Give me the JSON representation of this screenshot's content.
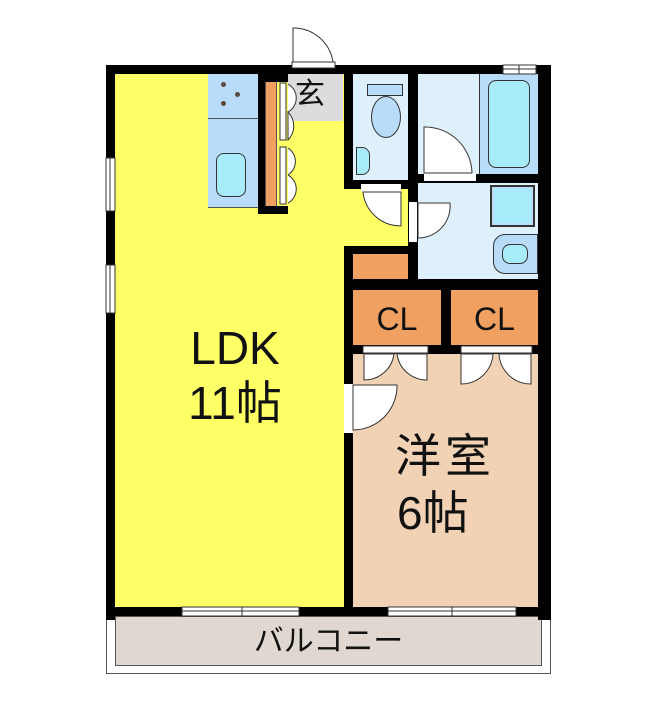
{
  "colors": {
    "ldk": "#ffff66",
    "western_room": "#f2d2b4",
    "closet": "#f0a060",
    "entrance": "#dcdcdc",
    "wet_area": "#ddf0fc",
    "fixture_blue": "#b8dcfa",
    "fixture_cyan": "#a8ecfc",
    "balcony": "#e0d8d0",
    "wall": "#000000"
  },
  "rooms": {
    "ldk": {
      "name": "LDK",
      "size": "11帖"
    },
    "western_room": {
      "name": "洋室",
      "size": "6帖"
    },
    "closet_left": {
      "name": "CL"
    },
    "closet_right": {
      "name": "CL"
    },
    "entrance": {
      "name": "玄"
    },
    "balcony": {
      "name": "バルコニー"
    }
  }
}
